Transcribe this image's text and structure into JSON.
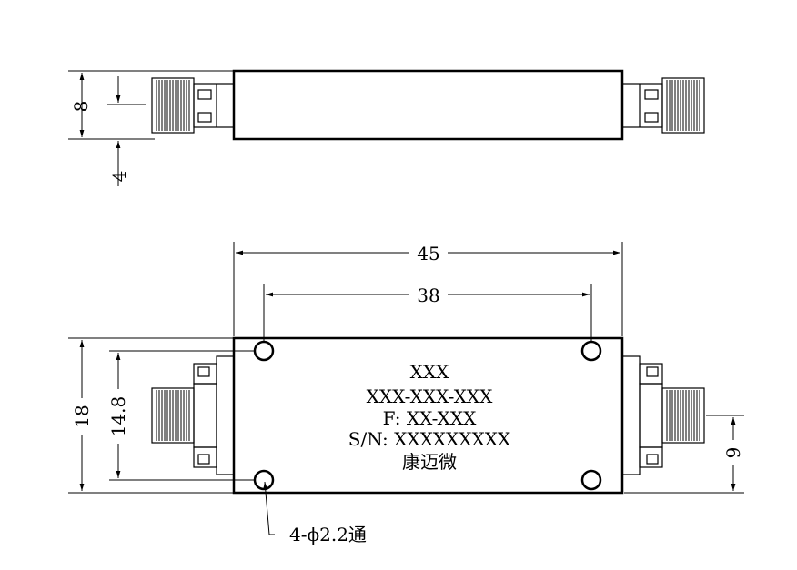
{
  "side_view": {
    "dim_height": "8",
    "dim_center": "4"
  },
  "top_view": {
    "dim_length": "45",
    "dim_hole_spacing": "38",
    "dim_width": "18",
    "dim_hole_pitch": "14.8",
    "dim_connector_offset": "9",
    "hole_callout": "4-ϕ2.2通",
    "body_label": {
      "line1": "XXX",
      "line2": "XXX-XXX-XXX",
      "line3": "F: XX-XXX",
      "line4": "S/N: XXXXXXXXX",
      "line5": "康迈微"
    }
  },
  "colors": {
    "line": "#000000",
    "background": "#ffffff"
  }
}
